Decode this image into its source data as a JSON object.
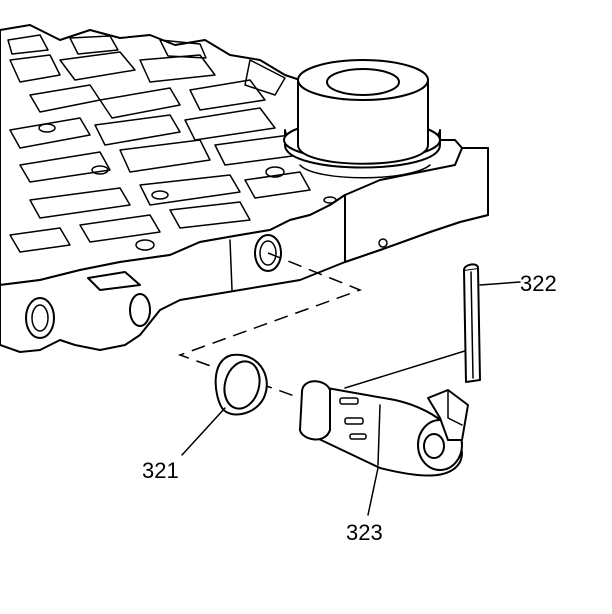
{
  "diagram": {
    "callouts": [
      {
        "id": "gasket",
        "label": "321"
      },
      {
        "id": "pin",
        "label": "322"
      },
      {
        "id": "solenoid",
        "label": "323"
      }
    ]
  },
  "colors": {
    "line": "#000000",
    "background": "#ffffff"
  }
}
